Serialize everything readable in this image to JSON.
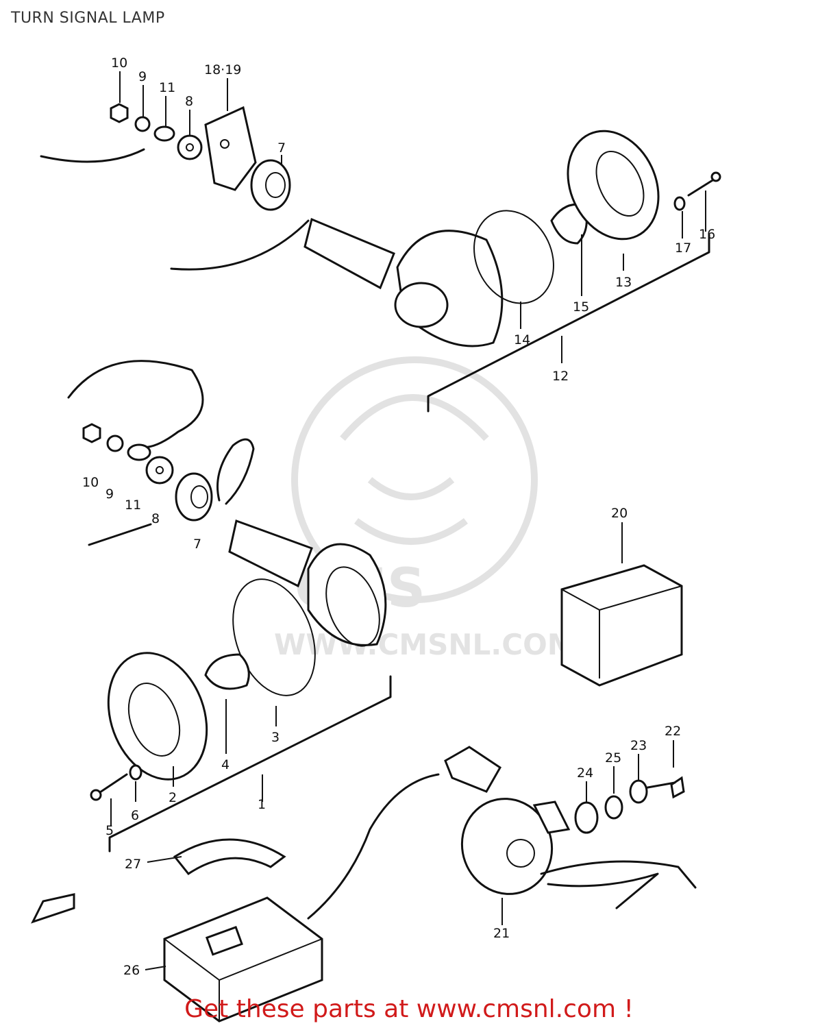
{
  "title": "TURN SIGNAL LAMP",
  "watermark": {
    "brand": "CMS",
    "url": "WWW.CMSNL.COM"
  },
  "footer": "Get these parts at www.cmsnl.com !",
  "colors": {
    "footer_text": "#d11a1a",
    "line": "#111111",
    "watermark": "#e2e2e2"
  },
  "callouts": {
    "c10a": "10",
    "c9a": "9",
    "c11a": "11",
    "c8a": "8",
    "c18_19": "18·19",
    "c7a": "7",
    "c17": "17",
    "c16": "16",
    "c13": "13",
    "c15": "15",
    "c14": "14",
    "c12": "12",
    "c10b": "10",
    "c9b": "9",
    "c11b": "11",
    "c8b": "8",
    "c7b": "7",
    "c20": "20",
    "c3": "3",
    "c4": "4",
    "c2": "2",
    "c1": "1",
    "c5": "5",
    "c6": "6",
    "c22": "22",
    "c23": "23",
    "c25": "25",
    "c24": "24",
    "c27": "27",
    "c21": "21",
    "c26": "26"
  }
}
